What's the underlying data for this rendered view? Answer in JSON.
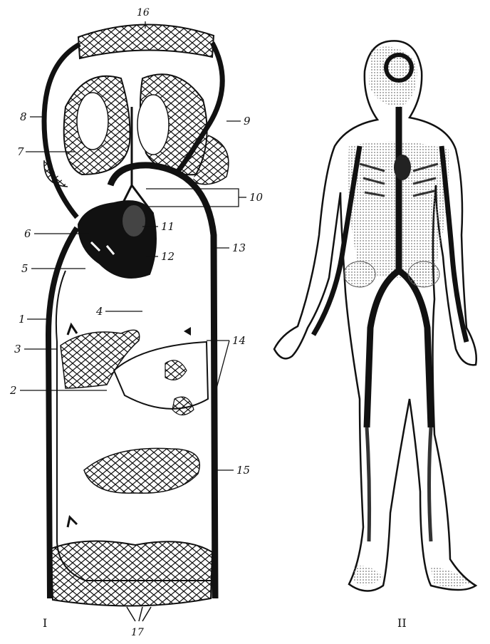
{
  "labels": {
    "l1": "1",
    "l2": "2",
    "l3": "3",
    "l4": "4",
    "l5": "5",
    "l6": "6",
    "l7": "7",
    "l8": "8",
    "l9": "9",
    "l10": "10",
    "l11": "11",
    "l12": "12",
    "l13": "13",
    "l14": "14",
    "l15": "15",
    "l16": "16",
    "l17": "17"
  },
  "panels": {
    "left": "I",
    "right": "II"
  }
}
